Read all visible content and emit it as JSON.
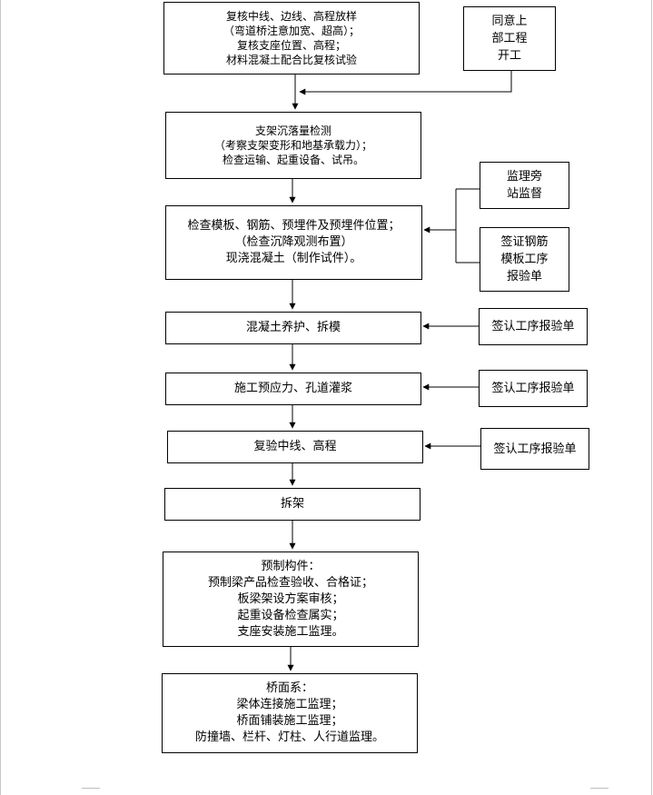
{
  "main_steps": [
    {
      "lines": [
        "复核中线、边线、高程放样",
        "（弯道桥注意加宽、超高）；",
        "复核支座位置、高程；",
        "材料混凝土配合比复核试验"
      ]
    },
    {
      "lines": [
        "支架沉落量检测",
        "（考察支架变形和地基承载力）；",
        "检查运输、起重设备、试吊。"
      ]
    },
    {
      "lines": [
        "检查模板、钢筋、预埋件及预埋件位置；",
        "（检查沉降观测布置）",
        "现浇混凝土（制作试件）。"
      ]
    },
    {
      "lines": [
        "混凝土养护、拆模"
      ]
    },
    {
      "lines": [
        "施工预应力、孔道灌浆"
      ]
    },
    {
      "lines": [
        "复验中线、高程"
      ]
    },
    {
      "lines": [
        "拆架"
      ]
    },
    {
      "lines": [
        "预制构件：",
        "预制梁产品检查验收、合格证；",
        "板梁架设方案审核；",
        "起重设备检查属实；",
        "支座安装施工监理。"
      ]
    },
    {
      "lines": [
        "桥面系：",
        "梁体连接施工监理；",
        "桥面铺装施工监理；",
        "防撞墙、栏杆、灯柱、人行道监理。"
      ]
    }
  ],
  "side_boxes": [
    {
      "lines": [
        "同意上",
        "部工程",
        "开工"
      ]
    },
    {
      "lines": [
        "监理旁",
        "站监督"
      ]
    },
    {
      "lines": [
        "签证钢筋",
        "模板工序",
        "报验单"
      ]
    },
    {
      "lines": [
        "签认工序报验单"
      ]
    },
    {
      "lines": [
        "签认工序报验单"
      ]
    },
    {
      "lines": [
        "签认工序报验单"
      ]
    }
  ]
}
